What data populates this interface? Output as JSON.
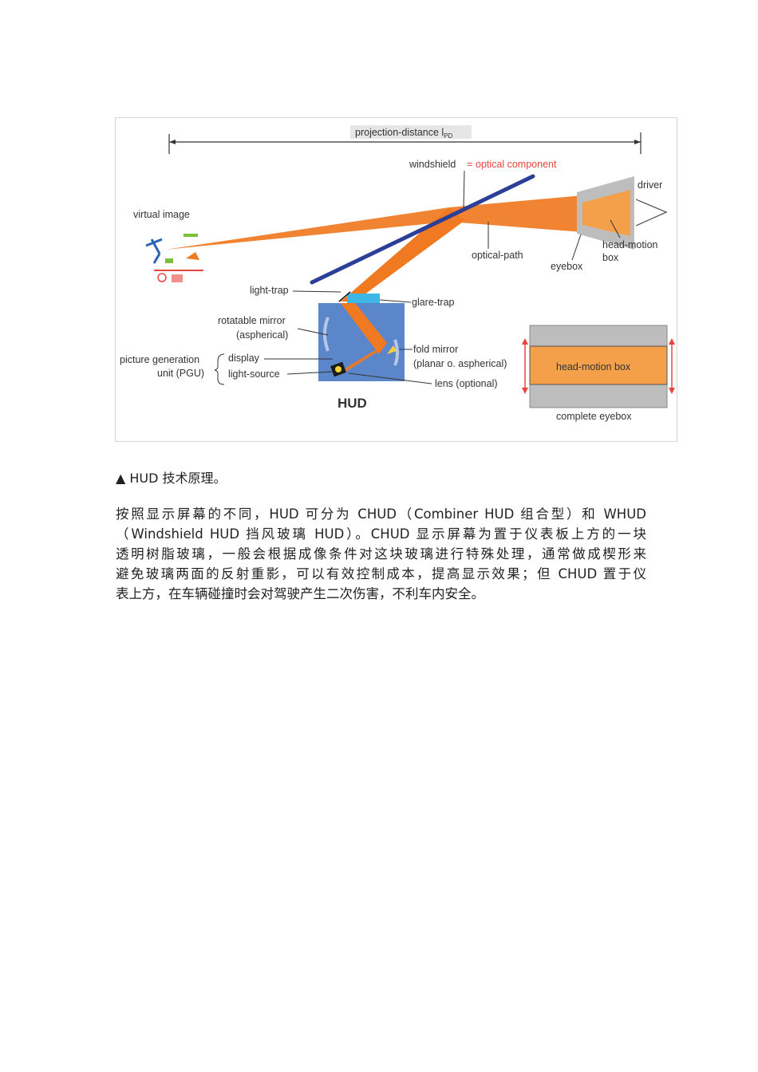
{
  "figure": {
    "labels": {
      "projection_distance": "projection-distance l",
      "projection_distance_sub": "PD",
      "windshield": "windshield",
      "equals": "=",
      "optical_component": "optical component",
      "driver": "driver",
      "virtual_image": "virtual image",
      "optical_path": "optical-path",
      "head_motion_box_1": "head-motion",
      "head_motion_box_2": "box",
      "eyebox": "eyebox",
      "light_trap": "light-trap",
      "glare_trap": "glare-trap",
      "rotatable_mirror_1": "rotatable mirror",
      "rotatable_mirror_2": "(aspherical)",
      "fold_mirror_1": "fold mirror",
      "fold_mirror_2": "(planar o. aspherical)",
      "pgu_1": "picture generation",
      "pgu_2": "unit (PGU)",
      "display": "display",
      "light_source": "light-source",
      "lens": "lens (optional)",
      "hud": "HUD",
      "head_motion_box_inset": "head-motion box",
      "complete_eyebox": "complete eyebox"
    },
    "colors": {
      "beam": "#f07a22",
      "windshield": "#2b3f99",
      "hud_box": "#5b86c9",
      "red_text": "#e8453c",
      "gray_band": "#bdbdbd"
    }
  },
  "caption": "▲ HUD  技术原理。",
  "paragraph_lines": [
    "按照显示屏幕的不同，HUD 可分为 CHUD（Combiner HUD 组合型）和 WHUD",
    "（Windshield HUD 挡风玻璃 HUD）。CHUD 显示屏幕为置于仪表板上方的一块",
    "透明树脂玻璃，一般会根据成像条件对这块玻璃进行特殊处理，通常做成楔形来",
    "避免玻璃两面的反射重影，可以有效控制成本，提高显示效果；但 CHUD 置于仪",
    "表上方，在车辆碰撞时会对驾驶产生二次伤害，不利车内安全。"
  ]
}
